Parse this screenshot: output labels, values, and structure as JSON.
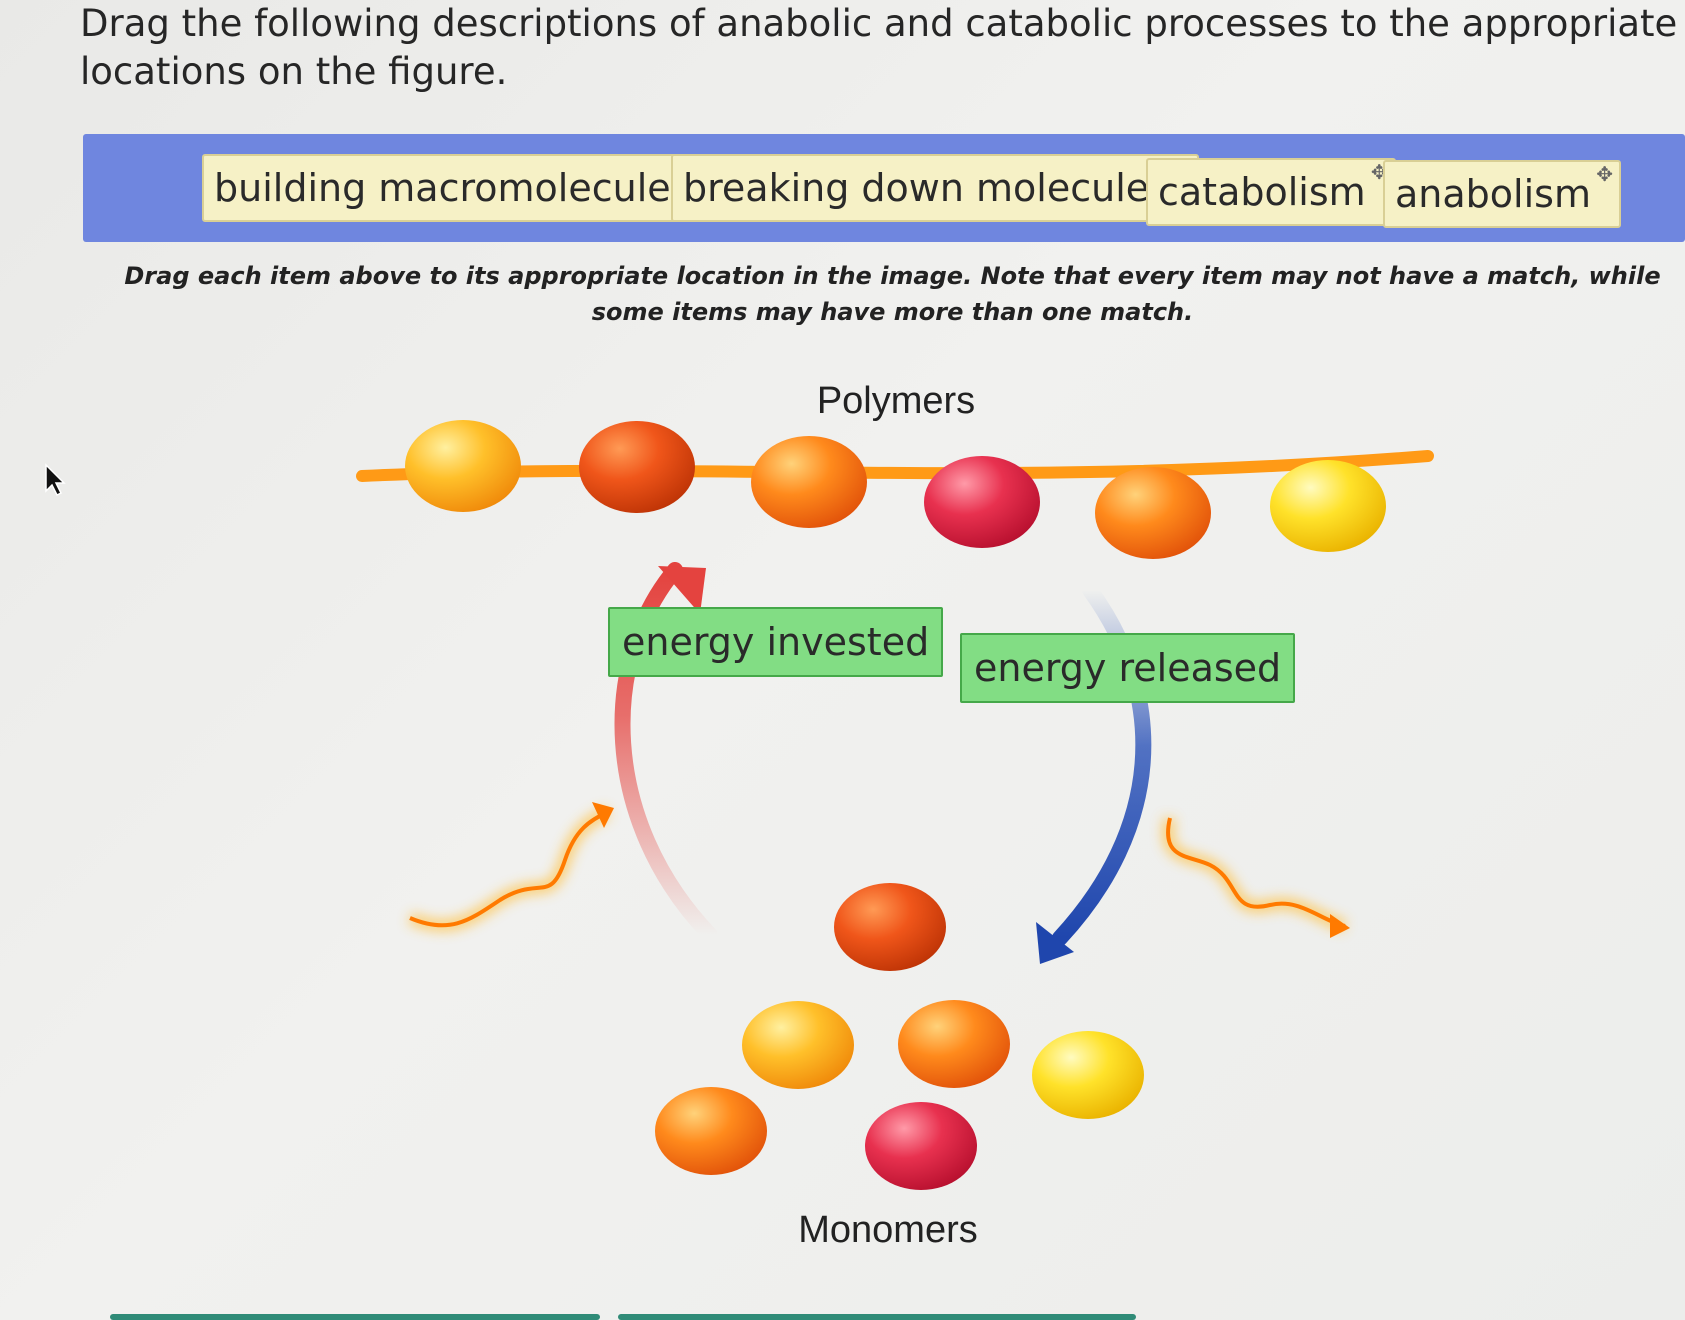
{
  "question": "Drag the following descriptions of anabolic and catabolic processes to the appropriate locations on the figure.",
  "chips": [
    {
      "label": "building macromolecules"
    },
    {
      "label": "breaking down molecules"
    },
    {
      "label": "catabolism"
    },
    {
      "label": "anabolism"
    }
  ],
  "move_icon": "move-cross-icon",
  "instructions": "Drag each item above to its appropriate location in the image. Note that every item may not have a match, while some items may have more than one match.",
  "figure": {
    "polymers_label": "Polymers",
    "monomers_label": "Monomers",
    "energy_invested": "energy invested",
    "energy_released": "energy released"
  },
  "colors": {
    "bank": "#6f86df",
    "chip": "#f6f1c6",
    "green_box": "#82dd84",
    "anabolic_arrow": "#e4433f",
    "catabolic_arrow": "#2a52b8",
    "energy_squiggle": "#ff7a00"
  }
}
